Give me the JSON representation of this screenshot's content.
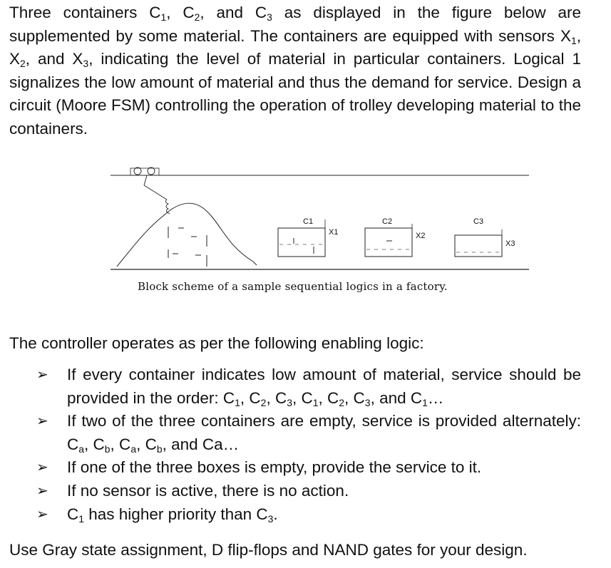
{
  "intro": {
    "parts": [
      "Three containers C",
      "1",
      ", C",
      "2",
      ", and C",
      "3",
      " as displayed in the figure below are supplemented by some material. The containers are equipped with sensors X",
      "1",
      ", X",
      "2",
      ", and X",
      "3",
      ", indicating the level of material in particular containers. Logical 1 signalizes the low amount of material and thus the demand for service. Design a circuit (Moore FSM) controlling the operation of trolley developing material to the containers."
    ]
  },
  "figure": {
    "containers": [
      {
        "label": "C1",
        "sensor": "X1"
      },
      {
        "label": "C2",
        "sensor": "X2"
      },
      {
        "label": "C3",
        "sensor": "X3"
      }
    ],
    "caption": "Block scheme of a sample sequential logics in a factory."
  },
  "lead": "The controller operates as per the following enabling logic:",
  "bullets": {
    "b1": [
      "If every container indicates low amount of material, service should be provided in the order: C",
      "1",
      ", C",
      "2",
      ", C",
      "3",
      ", C",
      "1",
      ", C",
      "2",
      ", C",
      "3",
      ", and C",
      "1",
      "…"
    ],
    "b2": [
      "If two of the three containers are empty, service is provided alternately: C",
      "a",
      ", C",
      "b",
      ", C",
      "a",
      ", C",
      "b",
      ", and Ca…"
    ],
    "b3": "If one of the three boxes is empty, provide the service to it.",
    "b4": "If no sensor is active, there is no action.",
    "b5": [
      "C",
      "1",
      " has higher priority than C",
      "3",
      "."
    ]
  },
  "footer": "Use Gray state assignment, D flip-flops and NAND gates for your design.",
  "arrow_glyph": "➢"
}
